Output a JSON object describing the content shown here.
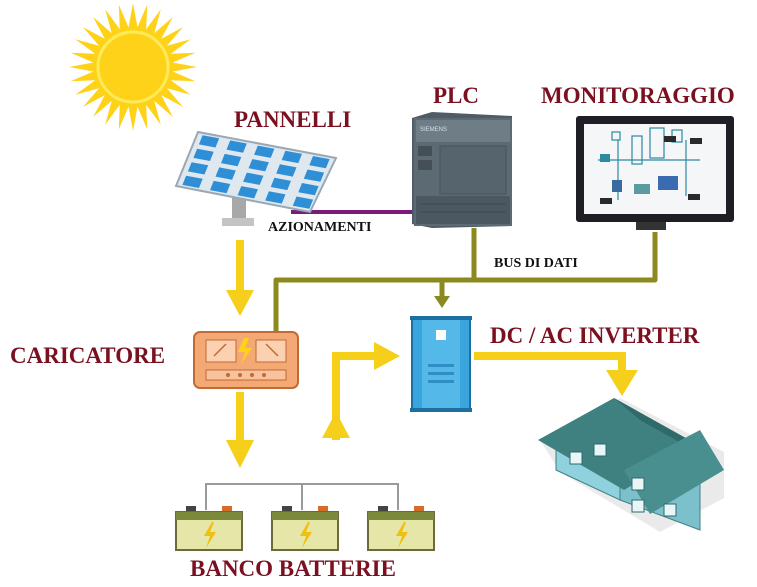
{
  "labels": {
    "pannelli": "PANNELLI",
    "plc": "PLC",
    "monitoraggio": "MONITORAGGIO",
    "azionamenti": "AZIONAMENTI",
    "bus_di_dati": "BUS DI DATI",
    "caricatore": "CARICATORE",
    "inverter": "DC / AC INVERTER",
    "banco_batterie": "BANCO BATTERIE"
  },
  "colors": {
    "label_text": "#7a1020",
    "energy_arrow": "#f5cf1a",
    "data_bus": "#8c8a1e",
    "actuation_line": "#7a1a7a",
    "sun": "#ffd21a",
    "panel_cells": "#2f8fd6",
    "plc_body": "#55636d",
    "charger": "#f0a070",
    "inverter": "#3ba3dc",
    "battery": "#e6e6a8",
    "house_roof": "#3f8080",
    "house_wall": "#8fd1dd"
  },
  "icons": [
    "sun-icon",
    "solar-panel-icon",
    "plc-icon",
    "monitor-icon",
    "charger-icon",
    "inverter-icon",
    "battery-icon",
    "house-icon"
  ]
}
